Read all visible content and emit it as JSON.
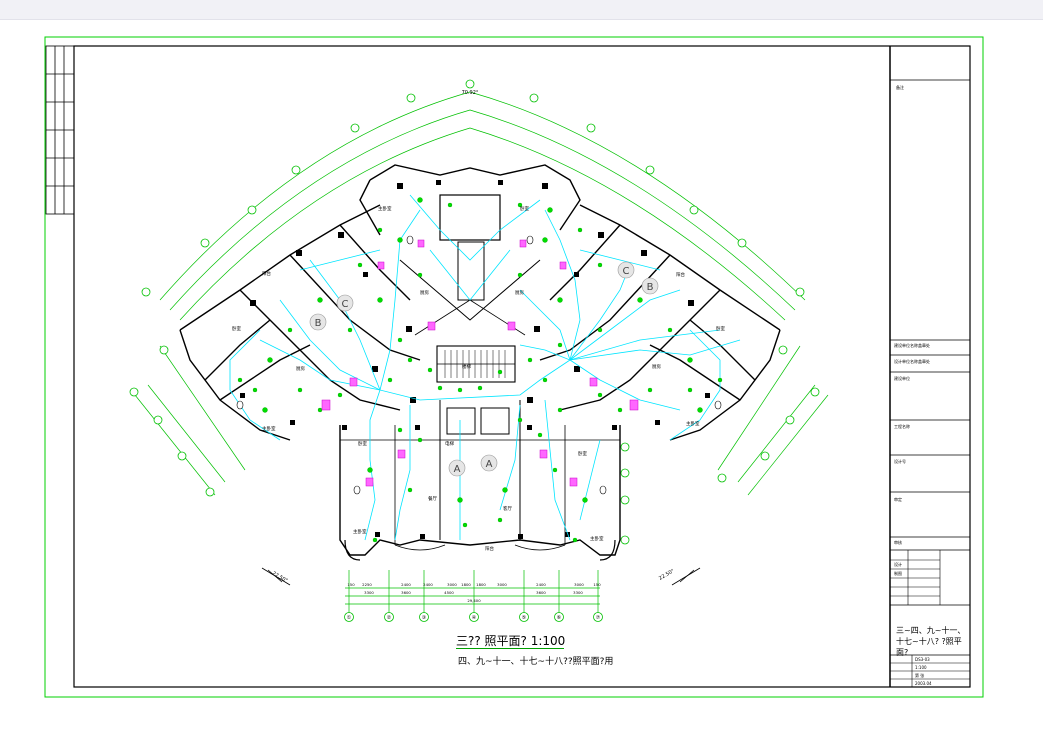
{
  "drawing": {
    "title": "三?? 照平面?  1:100",
    "subtitle": "四、九~十一、十七~十八??照平面?用",
    "colors": {
      "frame": "#00d000",
      "walls": "#000000",
      "wiring": "#00e5ff",
      "fixtures": "#00dd00",
      "sanitary": "#ff00ff",
      "text": "#000000"
    },
    "unit_labels": [
      "A",
      "A",
      "B",
      "B",
      "C",
      "C"
    ],
    "bottom_axes": [
      "①",
      "②",
      "③",
      "④",
      "⑤",
      "⑥",
      "⑦"
    ],
    "bottom_dims_row1": [
      "150",
      "2250",
      "2400",
      "2400",
      "3000",
      "1800",
      "1800",
      "3000",
      "2400",
      "3000",
      "150"
    ],
    "bottom_dims_row2": [
      "3300",
      "3600",
      "4500",
      "3600",
      "3300"
    ],
    "bottom_total": "29,400",
    "top_angle": "70.92°",
    "room_labels": [
      "卧室",
      "客厅",
      "餐厅",
      "厨房",
      "卫",
      "主卧室",
      "阳台",
      "电梯",
      "楼梯"
    ]
  },
  "title_block": {
    "notes_label": "备注",
    "rows": [
      "建设单位名称盖章处",
      "设计单位名称盖章处",
      "建设单位",
      "工程名称",
      "设计号",
      "审定",
      "审核",
      "设计",
      "制图"
    ],
    "drawing_title": "三~四、九~十一、十七~十八?  ?照平面?",
    "drawing_number": "DS3-03",
    "scale": "1:100",
    "date": "2003.04",
    "sheet": "第 张"
  }
}
